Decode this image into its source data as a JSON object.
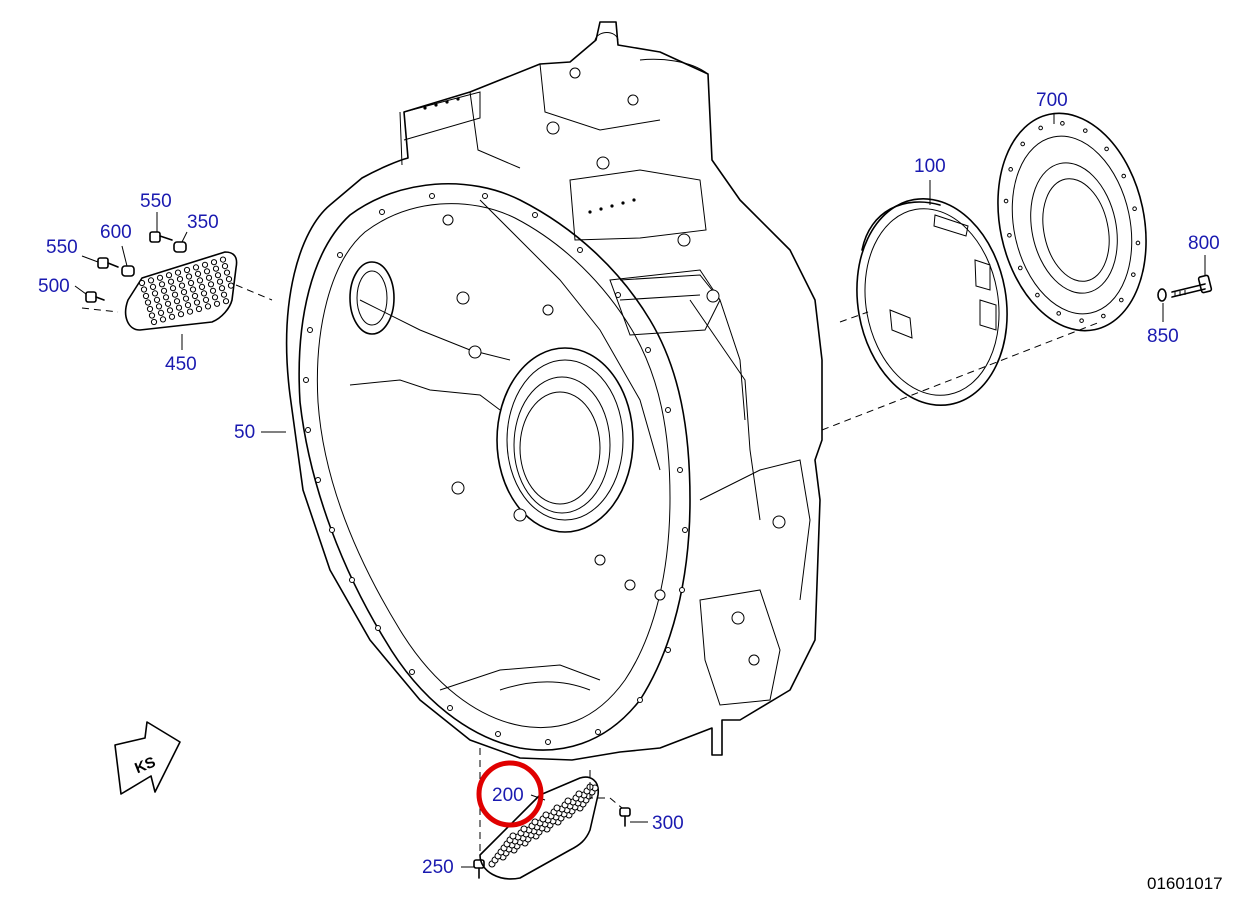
{
  "callouts": {
    "c50": "50",
    "c100": "100",
    "c200": "200",
    "c250": "250",
    "c300": "300",
    "c350": "350",
    "c450": "450",
    "c500": "500",
    "c550a": "550",
    "c550b": "550",
    "c600": "600",
    "c700": "700",
    "c800": "800",
    "c850": "850"
  },
  "direction_marker": "KS",
  "document_id": "01601017",
  "highlighted_callout": "200",
  "colors": {
    "callout_text": "#1a1ab0",
    "highlight_ring": "#e00000",
    "line": "#000000"
  }
}
